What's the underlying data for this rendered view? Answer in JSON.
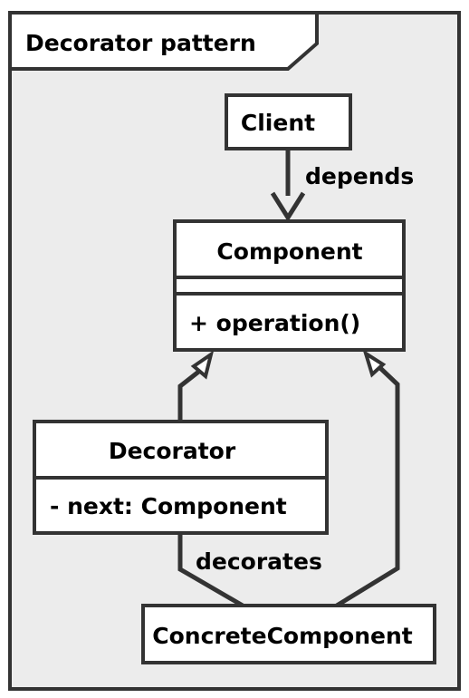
{
  "frame": {
    "title": "Decorator pattern"
  },
  "classes": {
    "client": {
      "name": "Client"
    },
    "component": {
      "name": "Component",
      "operations": [
        "+ operation()"
      ]
    },
    "decorator": {
      "name": "Decorator",
      "attributes": [
        "- next: Component"
      ]
    },
    "concrete": {
      "name": "ConcreteComponent"
    }
  },
  "relations": {
    "client_to_component": "depends",
    "decorator_to_concrete": "decorates"
  },
  "colors": {
    "background": "#ececec",
    "box_fill": "#ffffff",
    "stroke": "#333333"
  }
}
